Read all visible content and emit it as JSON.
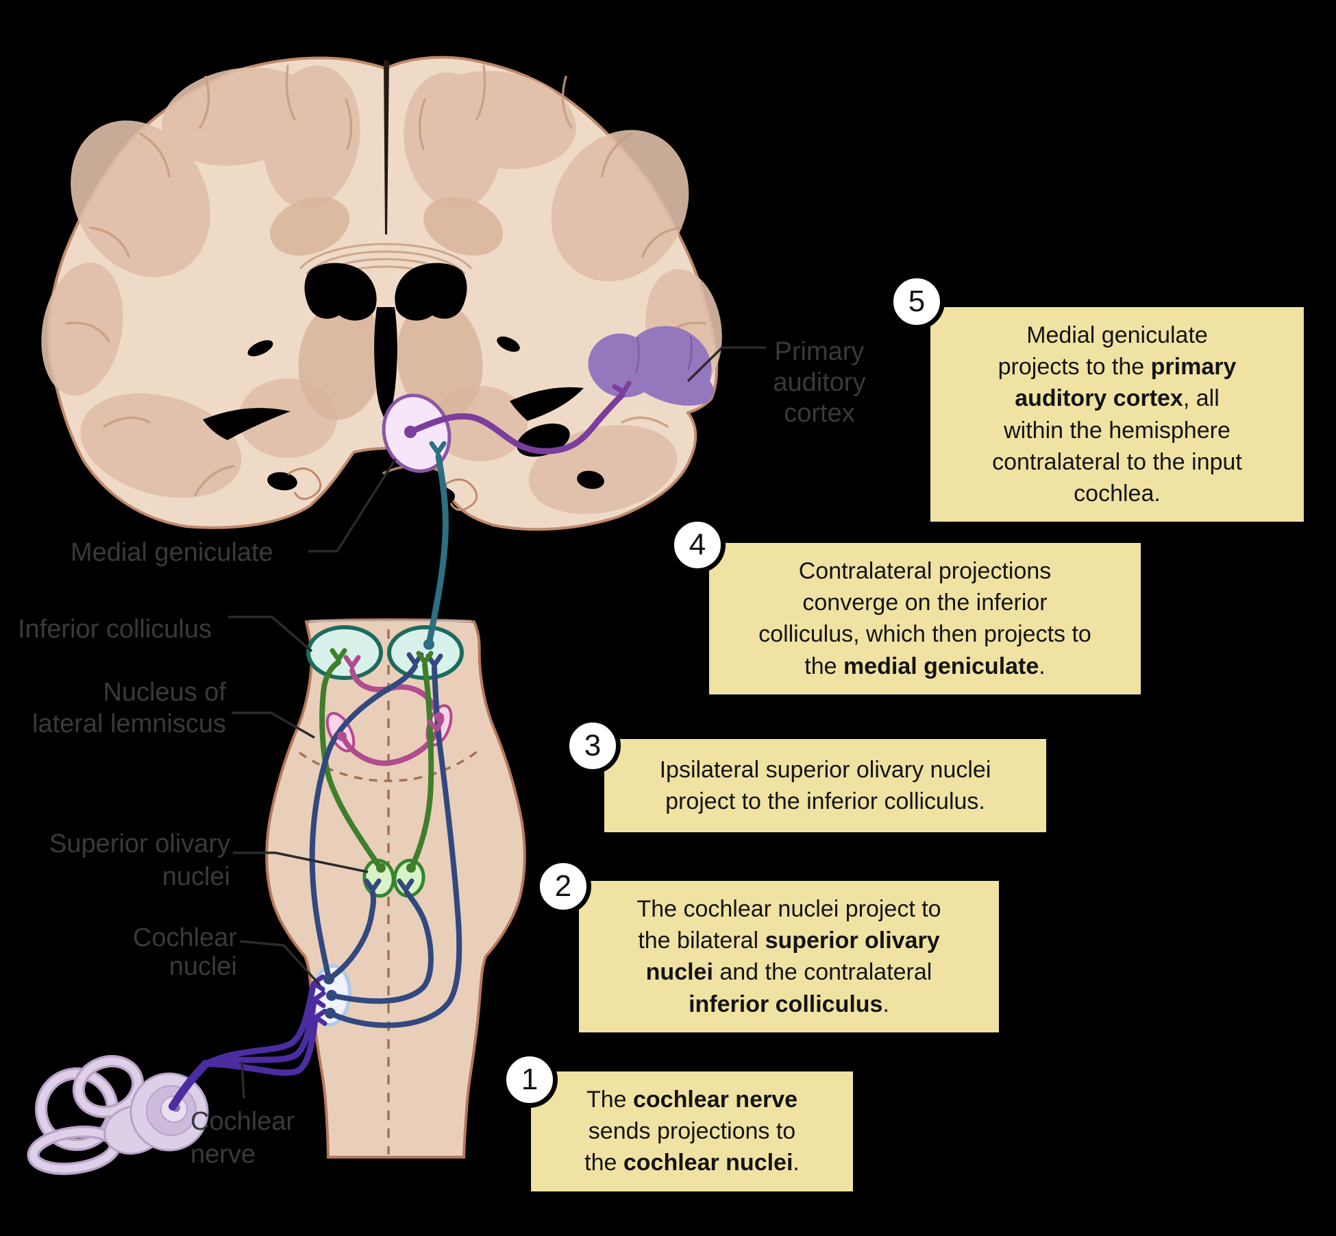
{
  "figure": {
    "background_color": "#000000",
    "description_visible": "Auditory pathway diagram: coronal brain section, brainstem, inner ear, numbered steps 1-5"
  },
  "palette": {
    "callout_bg": "#F0E2A2",
    "callout_text": "#141414",
    "badge_bg": "#FFFFFF",
    "badge_text": "#111111",
    "label_text": "#3A3A3A",
    "brain_cortex": "#EFDAC8",
    "brain_inner": "#DFBFA8",
    "brain_outline": "#C08A6B",
    "brainstem_fill": "#E9CFB9",
    "brainstem_outline": "#B5795C",
    "primary_auditory_cortex_fill": "#9577BD",
    "medial_geniculate_fill": "#F7E5FA",
    "medial_geniculate_stroke": "#8A56A8",
    "inferior_colliculus_fill": "#D8F1EA",
    "inferior_colliculus_stroke": "#1D6B5E",
    "superior_olivary_fill": "#D9F2C6",
    "superior_olivary_stroke": "#35852F",
    "lateral_lemniscus_fill": "#FBD3E8",
    "lateral_lemniscus_stroke": "#B5478D",
    "cochlear_nuclei_fill": "#EEF4FD",
    "cochlear_nuclei_stroke": "#AFC9EC",
    "cochlea_fill": "#DCCFE8",
    "cochlea_stroke": "#B9A2C8",
    "fiber_cochlear_nerve": "#4B2DA1",
    "fiber_cochlear_nuclei_projection": "#32497F",
    "fiber_superior_olivary_projection": "#3F7E2B",
    "fiber_lateral_lemniscus_projection": "#B14C8E",
    "fiber_ic_to_medial_geniculate": "#2C6F81",
    "fiber_mg_to_cortex": "#7B3E9D"
  },
  "structure_labels": {
    "primary_auditory_cortex": {
      "lines": [
        "Primary",
        "auditory",
        "cortex"
      ]
    },
    "medial_geniculate": {
      "lines": [
        "Medial geniculate"
      ]
    },
    "inferior_colliculus": {
      "lines": [
        "Inferior colliculus"
      ]
    },
    "nucleus_of_lateral_lemniscus": {
      "lines": [
        "Nucleus of",
        "lateral lemniscus"
      ]
    },
    "superior_olivary_nuclei": {
      "lines": [
        "Superior olivary",
        "nuclei"
      ]
    },
    "cochlear_nuclei": {
      "lines": [
        "Cochlear",
        "nuclei"
      ]
    },
    "cochlear_nerve": {
      "lines": [
        "Cochlear",
        "nerve"
      ]
    }
  },
  "callouts": [
    {
      "number": "1",
      "parts": [
        {
          "t": "The ",
          "b": false
        },
        {
          "t": "cochlear nerve",
          "b": true
        },
        {
          "t": " sends projections to the ",
          "b": false
        },
        {
          "t": "cochlear nuclei",
          "b": true
        },
        {
          "t": ".",
          "b": false
        }
      ]
    },
    {
      "number": "2",
      "parts": [
        {
          "t": "The cochlear nuclei project to the bilateral ",
          "b": false
        },
        {
          "t": "superior olivary nuclei",
          "b": true
        },
        {
          "t": " and the contralateral ",
          "b": false
        },
        {
          "t": "inferior colliculus",
          "b": true
        },
        {
          "t": ".",
          "b": false
        }
      ]
    },
    {
      "number": "3",
      "parts": [
        {
          "t": "Ipsilateral superior olivary nuclei project to the inferior colliculus.",
          "b": false
        }
      ]
    },
    {
      "number": "4",
      "parts": [
        {
          "t": "Contralateral projections converge on the inferior colliculus, which then projects to the ",
          "b": false
        },
        {
          "t": "medial geniculate",
          "b": true
        },
        {
          "t": ".",
          "b": false
        }
      ]
    },
    {
      "number": "5",
      "parts": [
        {
          "t": "Medial geniculate projects to the ",
          "b": false
        },
        {
          "t": "primary auditory cortex",
          "b": true
        },
        {
          "t": ", all within the hemisphere contralateral to the input cochlea.",
          "b": false
        }
      ]
    }
  ]
}
